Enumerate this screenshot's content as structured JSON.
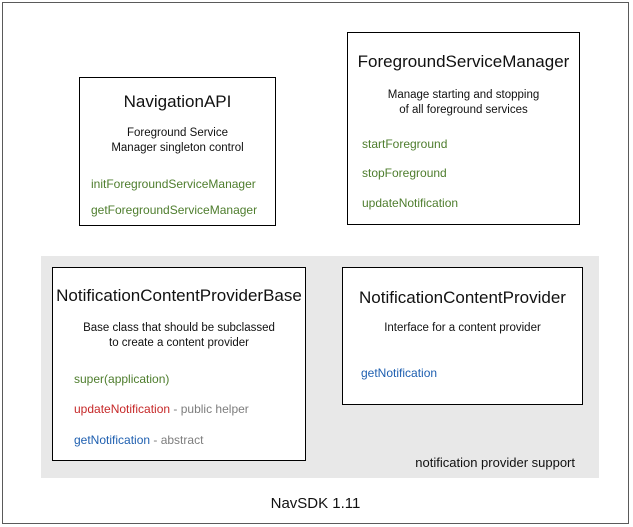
{
  "diagram": {
    "footer_label": "NavSDK 1.11",
    "group": {
      "label": "notification provider support"
    },
    "colors": {
      "green": "#4e7d2d",
      "red": "#c62828",
      "blue": "#1e5fb0",
      "note_gray": "#7d7d7d",
      "group_background": "#e8e8e8",
      "box_border": "#000000",
      "frame_border": "#5a5a5a"
    },
    "boxes": [
      {
        "id": "navigation-api",
        "title": "NavigationAPI",
        "desc_line1": "Foreground Service",
        "desc_line2": "Manager singleton control",
        "members": [
          {
            "name": "initForegroundServiceManager",
            "color": "green",
            "note": ""
          },
          {
            "name": "getForegroundServiceManager",
            "color": "green",
            "note": ""
          }
        ]
      },
      {
        "id": "foreground-service-manager",
        "title": "ForegroundServiceManager",
        "desc_line1": "Manage starting and stopping",
        "desc_line2": "of all foreground services",
        "members": [
          {
            "name": "startForeground",
            "color": "green",
            "note": ""
          },
          {
            "name": "stopForeground",
            "color": "green",
            "note": ""
          },
          {
            "name": "updateNotification",
            "color": "green",
            "note": ""
          }
        ]
      },
      {
        "id": "notification-content-provider-base",
        "title": "NotificationContentProviderBase",
        "desc_line1": "Base class that should be subclassed",
        "desc_line2": "to create a content provider",
        "members": [
          {
            "name": "super(application)",
            "color": "green",
            "note": ""
          },
          {
            "name": "updateNotification",
            "color": "red",
            "note": " - public helper"
          },
          {
            "name": "getNotification",
            "color": "blue",
            "note": " - abstract"
          }
        ]
      },
      {
        "id": "notification-content-provider",
        "title": "NotificationContentProvider",
        "desc_line1": "Interface for a content provider",
        "desc_line2": "",
        "members": [
          {
            "name": "getNotification",
            "color": "blue",
            "note": ""
          }
        ]
      }
    ]
  }
}
